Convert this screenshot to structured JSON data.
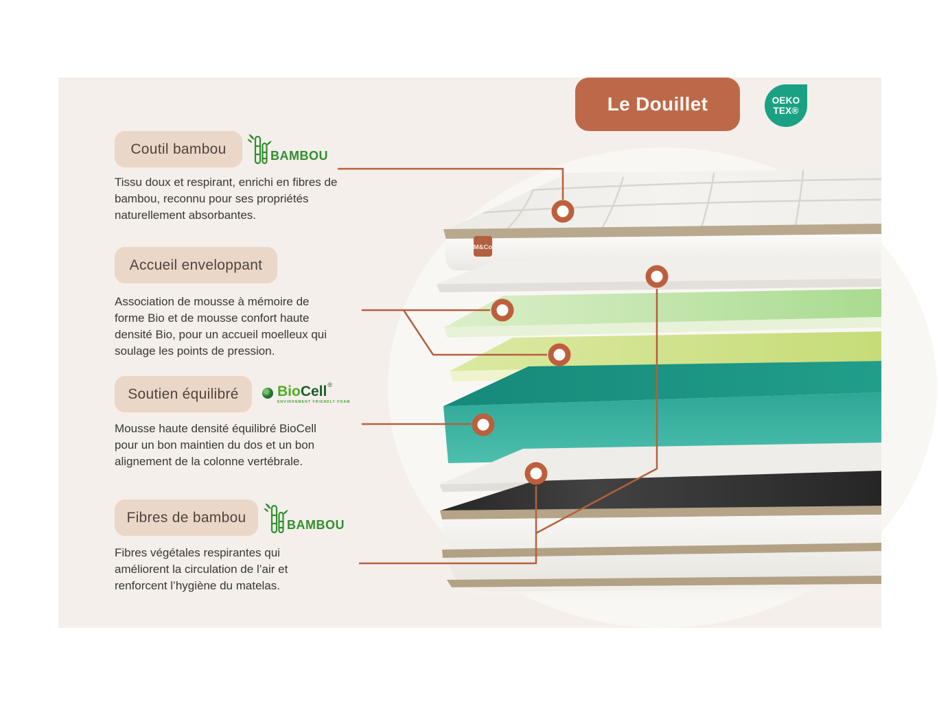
{
  "header": {
    "product_badge": {
      "label": "Le Douillet"
    },
    "certification_badge": {
      "line1": "OEKO",
      "line2": "TEX®"
    }
  },
  "sections": [
    {
      "badge": "Coutil bambou",
      "logo": "bambou",
      "lines": [
        "Tissu doux et respirant, enrichi en fibres de",
        "bambou, reconnu pour ses propriétés",
        "naturellement absorbantes."
      ]
    },
    {
      "badge": "Accueil enveloppant",
      "logo": null,
      "lines": [
        "Association de mousse à mémoire de",
        "forme Bio et de mousse confort haute",
        "densité Bio, pour un accueil moelleux qui",
        "soulage les points de pression."
      ]
    },
    {
      "badge": "Soutien équilibré",
      "logo": "biocell",
      "lines": [
        "Mousse haute densité équilibré BioCell",
        "pour un bon maintien du dos et un bon",
        "alignement de la colonne vertébrale."
      ]
    },
    {
      "badge": "Fibres de bambou",
      "logo": "bambou",
      "lines": [
        "Fibres végétales respirantes qui",
        "améliorent la circulation de l’air et",
        "renforcent l’hygiène du matelas."
      ]
    }
  ],
  "logos": {
    "bambou": {
      "text": "BAMBOU"
    },
    "biocell": {
      "text_bio": "Bio",
      "text_cell": "Cell",
      "registered": "®",
      "caption": "ENVIRONMENT FRIENDLY FOAM"
    }
  },
  "mattress": {
    "brand_label": "M&Co"
  },
  "colors": {
    "card_background": "#f4efea",
    "accent_terracotta": "#bd6949",
    "connector_line": "#b4603e",
    "circle_ring": "#bd5f3c",
    "badge_background": "#ebd7c8",
    "badge_text": "#4e443e",
    "body_text": "#3a3633",
    "bambou_green": "#2f8f2f",
    "biocell_bright_green": "#4cae27",
    "biocell_dark_green": "#1d5c2a",
    "oeko_teal": "#1aa184",
    "teal_layer": "#3eb4a1",
    "green_layer_memory": "#bfe3a6",
    "green_layer_comfort": "#cadd7e",
    "dark_layer": "#2e2e2e",
    "piping_tan": "#b5a488"
  }
}
